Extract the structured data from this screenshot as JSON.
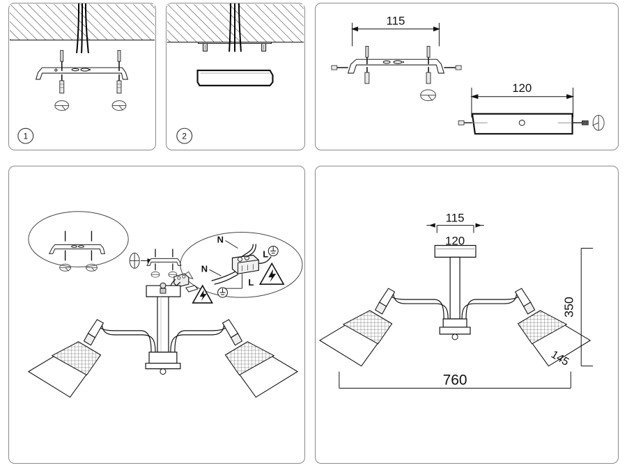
{
  "document": {
    "type": "installation-instruction-diagram",
    "product": "two-arm semi-flush ceiling light",
    "line_color": "#1a1a1a",
    "panel_border_color": "#8a8a8a",
    "background": "#ffffff"
  },
  "panels": [
    {
      "id": "panel-1",
      "name": "step-1-mount-bracket",
      "step_badge": "1",
      "caption": "",
      "contents": [
        "ceiling-hatch",
        "supply-cables",
        "mounting-bracket",
        "screws",
        "wall-anchors"
      ]
    },
    {
      "id": "panel-2",
      "name": "step-2-attach-canopy",
      "step_badge": "2",
      "caption": "",
      "contents": [
        "ceiling-hatch",
        "supply-cables",
        "mounted-bracket",
        "canopy-plate"
      ]
    },
    {
      "id": "panel-3",
      "name": "parts-dimensions",
      "step_badge": "",
      "contents": [
        "bracket-dimension",
        "canopy-dimension"
      ]
    },
    {
      "id": "panel-4",
      "name": "assembly-wiring-overview",
      "step_badge": "",
      "contents": [
        "bracket-callout",
        "wiring-callout",
        "fixture-assembly",
        "hazard-warning"
      ]
    },
    {
      "id": "panel-5",
      "name": "finished-fixture-dimensions",
      "step_badge": "",
      "contents": [
        "fixture-elevation",
        "dimensions"
      ]
    }
  ],
  "dimensions": {
    "bracket_width_top": "115",
    "canopy_width_top": "120",
    "bracket_width_detail": "115",
    "canopy_width_detail": "120",
    "fixture_height": "350",
    "shade_size": "145",
    "fixture_width": "760"
  },
  "wiring": {
    "terminal_labels": [
      "N",
      "L",
      "N",
      "L"
    ],
    "neutral_label": "N",
    "live_label": "L",
    "earth_symbol": "earth-ground",
    "hazard_symbol": "electrical-hazard-lightning"
  },
  "icons": {
    "screwdriver": "screwdriver-icon",
    "screw": "screw-icon",
    "anchor": "wall-anchor-icon",
    "hazard": "hazard-triangle-icon",
    "ground": "ground-symbol-icon"
  }
}
